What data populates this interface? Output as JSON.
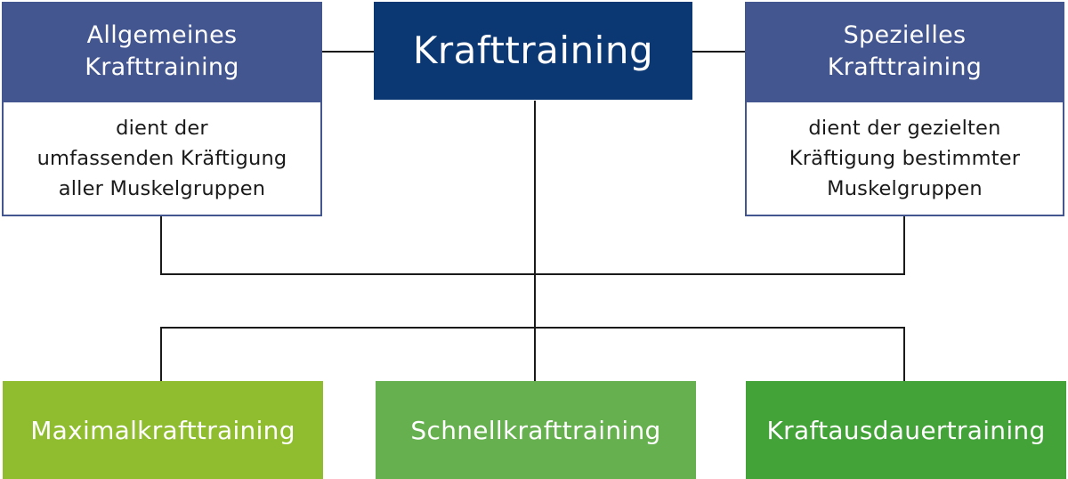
{
  "center": {
    "label": "Krafttraining",
    "color": "#0b3773"
  },
  "left": {
    "title": "Allgemeines\nKrafttraining",
    "description": "dient der\numfassenden Kräftigung\naller Muskelgruppen",
    "color": "#44568f"
  },
  "right": {
    "title": "Spezielles\nKrafttraining",
    "description": "dient der gezielten\nKräftigung bestimmter\nMuskelgruppen",
    "color": "#44568f"
  },
  "bottom": [
    {
      "label": "Maximalkrafttraining",
      "color": "#8fbd2f"
    },
    {
      "label": "Schnellkrafttraining",
      "color": "#66b04f"
    },
    {
      "label": "Kraftausdauertraining",
      "color": "#43a338"
    }
  ],
  "line_color": "#1a1a1a"
}
